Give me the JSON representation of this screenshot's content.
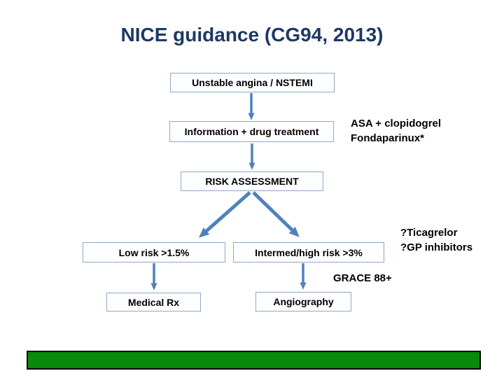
{
  "title": "NICE guidance (CG94, 2013)",
  "flowchart": {
    "nodes": {
      "unstable": {
        "label": "Unstable angina / NSTEMI"
      },
      "info": {
        "label": "Information + drug treatment"
      },
      "risk": {
        "label": "RISK ASSESSMENT"
      },
      "low_risk": {
        "label": "Low risk >1.5%"
      },
      "intermed_risk": {
        "label": "Intermed/high risk >3%"
      },
      "medical_rx": {
        "label": "Medical Rx"
      },
      "angiography": {
        "label": "Angiography"
      }
    },
    "annotations": {
      "drug_note": {
        "line1": "ASA + clopidogrel",
        "line2": "Fondaparinux*"
      },
      "query_note": {
        "line1": "?Ticagrelor",
        "line2": "?GP inhibitors"
      },
      "grace_note": "GRACE 88+"
    }
  },
  "colors": {
    "title_text": "#1F3864",
    "arrow": "#4F81BD",
    "node_border": "#8FA9C4",
    "node_fill": "#FDFEFF",
    "node_text": "#000000",
    "annotation_text": "#000000",
    "banner_fill": "#0A8A0A",
    "banner_border": "#000000",
    "background": "#FFFFFF"
  }
}
